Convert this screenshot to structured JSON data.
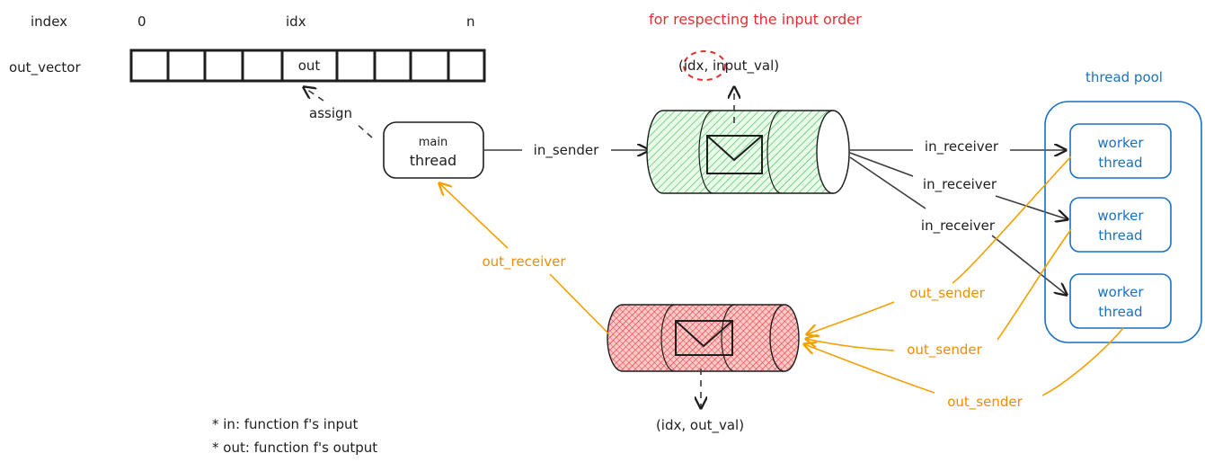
{
  "vector": {
    "index_label": "index",
    "row_label": "out_vector",
    "tick_start": "0",
    "tick_mid": "idx",
    "tick_end": "n",
    "cell_label": "out",
    "assign_label": "assign"
  },
  "main_thread": {
    "line1": "main",
    "line2": "thread"
  },
  "input_channel": {
    "note": "for respecting the input order",
    "tuple_open": "(",
    "tuple_idx": "idx",
    "tuple_rest": ", input_val)",
    "sender_label": "in_sender",
    "receiver_labels": [
      "in_receiver",
      "in_receiver",
      "in_receiver"
    ]
  },
  "output_channel": {
    "tuple": "(idx, out_val)",
    "receiver_label": "out_receiver",
    "sender_labels": [
      "out_sender",
      "out_sender",
      "out_sender"
    ]
  },
  "thread_pool": {
    "title": "thread pool",
    "workers": [
      {
        "line1": "worker",
        "line2": "thread"
      },
      {
        "line1": "worker",
        "line2": "thread"
      },
      {
        "line1": "worker",
        "line2": "thread"
      }
    ]
  },
  "legend": [
    "* in: function f's input",
    "* out: function f's output"
  ],
  "colors": {
    "ink": "#1e1e1e",
    "note_red": "#e03131",
    "pool_blue": "#1971c2",
    "sender_orange": "#f59f00",
    "input_channel_fill": "#b2f2bb",
    "output_channel_fill": "#ff8787"
  }
}
